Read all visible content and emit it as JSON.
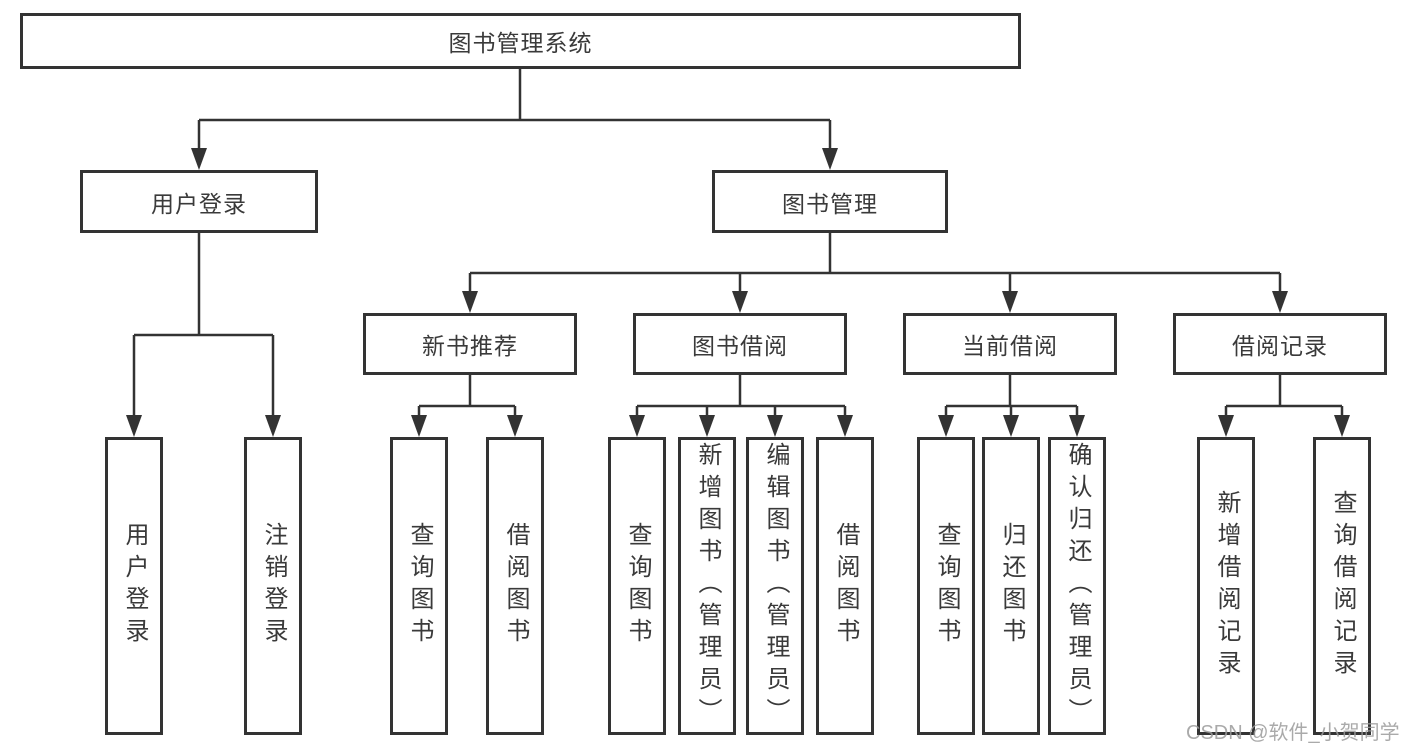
{
  "diagram": {
    "root": {
      "label": "图书管理系统"
    },
    "branches": {
      "user_login": {
        "label": "用户登录"
      },
      "book_mgmt": {
        "label": "图书管理"
      }
    },
    "user_login_children": {
      "login": {
        "label": "用户登录"
      },
      "logout": {
        "label": "注销登录"
      }
    },
    "modules": {
      "new_book_rec": {
        "label": "新书推荐"
      },
      "book_borrow": {
        "label": "图书借阅"
      },
      "current_borrow": {
        "label": "当前借阅"
      },
      "borrow_record": {
        "label": "借阅记录"
      }
    },
    "new_book_rec_children": {
      "query_books": {
        "label": "查询图书"
      },
      "borrow_books": {
        "label": "借阅图书"
      }
    },
    "book_borrow_children": {
      "query_books": {
        "label": "查询图书"
      },
      "add_books": {
        "label": "新增图书（管理员）"
      },
      "edit_books": {
        "label": "编辑图书（管理员）"
      },
      "borrow_books": {
        "label": "借阅图书"
      }
    },
    "current_borrow_children": {
      "query_books": {
        "label": "查询图书"
      },
      "return_books": {
        "label": "归还图书"
      },
      "confirm_return": {
        "label": "确认归还（管理员）"
      }
    },
    "borrow_record_children": {
      "add_record": {
        "label": "新增借阅记录"
      },
      "query_record": {
        "label": "查询借阅记录"
      }
    },
    "watermark": "CSDN @软件_小贺同学",
    "colors": {
      "line": "#333333",
      "text": "#3a3a3a",
      "watermark": "#9c9c9c",
      "background": "#ffffff"
    }
  }
}
